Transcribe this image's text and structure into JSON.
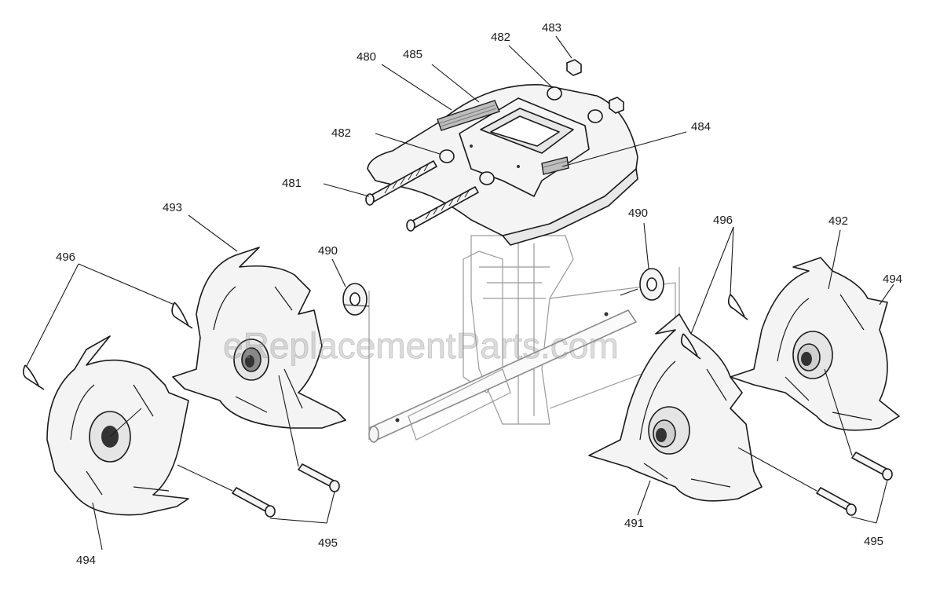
{
  "watermark": "eReplacementParts.com",
  "callouts": {
    "c480": "480",
    "c485": "485",
    "c482a": "482",
    "c483": "483",
    "c482b": "482",
    "c484": "484",
    "c481": "481",
    "c493": "493",
    "c496a": "496",
    "c490a": "490",
    "c490b": "490",
    "c496b": "496",
    "c492": "492",
    "c494a": "494",
    "c494b": "494",
    "c495a": "495",
    "c491": "491",
    "c495b": "495"
  }
}
